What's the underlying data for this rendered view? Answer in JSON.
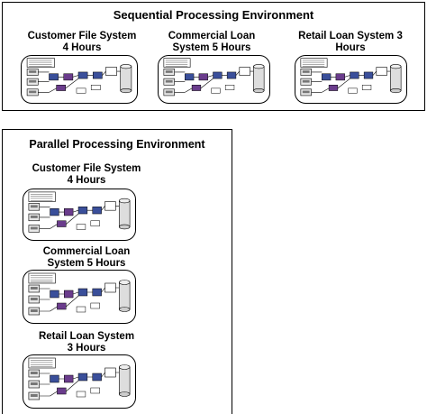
{
  "sequential": {
    "title": "Sequential Processing Environment",
    "systems": [
      {
        "line1": "Customer File System",
        "line2": "4 Hours"
      },
      {
        "line1": "Commercial Loan",
        "line2": "System  5 Hours"
      },
      {
        "line1": "Retail Loan System  3",
        "line2": "Hours"
      }
    ]
  },
  "parallel": {
    "title": "Parallel Processing Environment",
    "systems": [
      {
        "line1": "Customer File System",
        "line2": "4 Hours"
      },
      {
        "line1": "Commercial Loan",
        "line2": "System  5 Hours"
      },
      {
        "line1": "Retail Loan System",
        "line2": "3 Hours"
      }
    ]
  },
  "colors": {
    "border": "#000000",
    "node_fill": "#e8e8e8",
    "node_blue": "#3a4f9a",
    "node_purple": "#6a3c8c"
  }
}
